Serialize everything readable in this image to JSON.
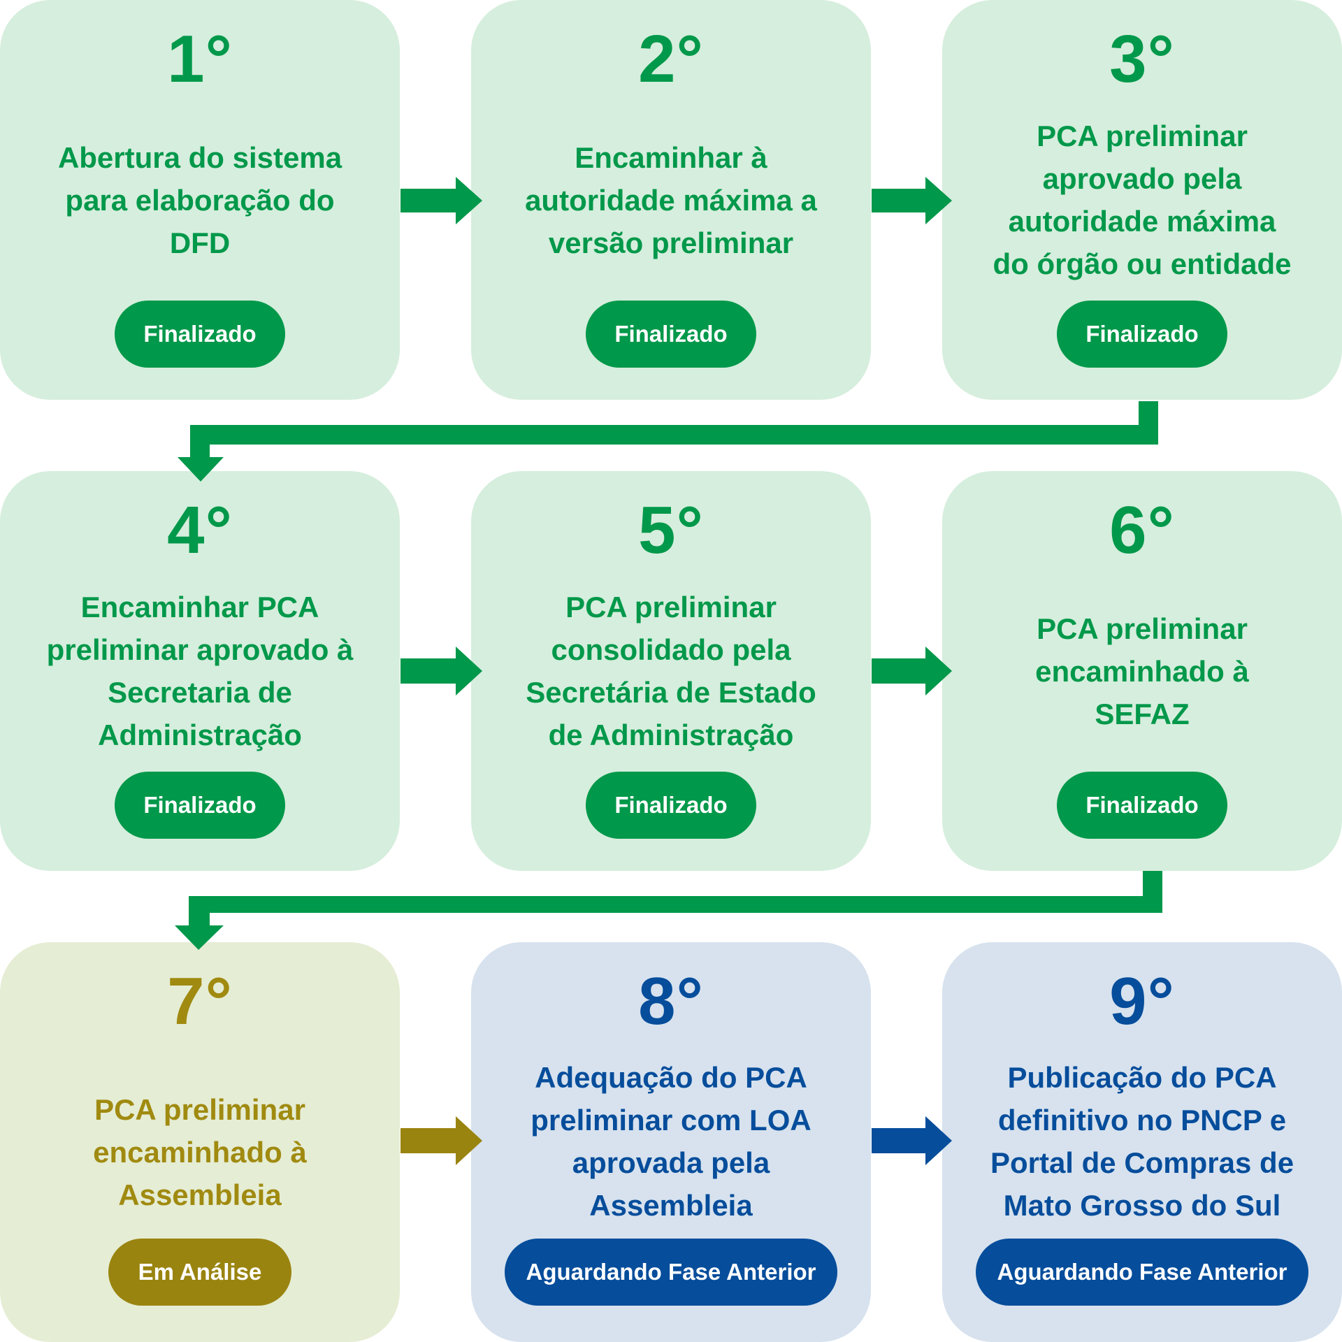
{
  "steps": [
    {
      "number": "1°",
      "lines": [
        "Abertura do sistema",
        "para elaboração do",
        "DFD"
      ],
      "status": "Finalizado"
    },
    {
      "number": "2°",
      "lines": [
        "Encaminhar à",
        "autoridade máxima a",
        "versão preliminar"
      ],
      "status": "Finalizado"
    },
    {
      "number": "3°",
      "lines": [
        "PCA preliminar",
        "aprovado pela",
        "autoridade máxima",
        "do órgão ou entidade"
      ],
      "status": "Finalizado"
    },
    {
      "number": "4°",
      "lines": [
        "Encaminhar PCA",
        "preliminar aprovado à",
        "Secretaria de",
        "Administração"
      ],
      "status": "Finalizado"
    },
    {
      "number": "5°",
      "lines": [
        "PCA preliminar",
        "consolidado pela",
        "Secretária de Estado",
        "de Administração"
      ],
      "status": "Finalizado"
    },
    {
      "number": "6°",
      "lines": [
        "PCA preliminar",
        "encaminhado à",
        "SEFAZ"
      ],
      "status": "Finalizado"
    },
    {
      "number": "7°",
      "lines": [
        "PCA preliminar",
        "encaminhado à",
        "Assembleia"
      ],
      "status": "Em Análise"
    },
    {
      "number": "8°",
      "lines": [
        "Adequação do PCA",
        "preliminar com LOA",
        "aprovada pela",
        "Assembleia"
      ],
      "status": "Aguardando Fase Anterior"
    },
    {
      "number": "9°",
      "lines": [
        "Publicação do PCA",
        "definitivo no PNCP e",
        "Portal de Compras de",
        "Mato Grosso do Sul"
      ],
      "status": "Aguardando Fase Anterior"
    }
  ],
  "colors": {
    "done_bg": "#d6eedd",
    "done_fg": "#00984a",
    "review_bg": "#e5edd4",
    "review_fg": "#a08a10",
    "wait_bg": "#d7e2ee",
    "wait_fg": "#064d9b"
  }
}
